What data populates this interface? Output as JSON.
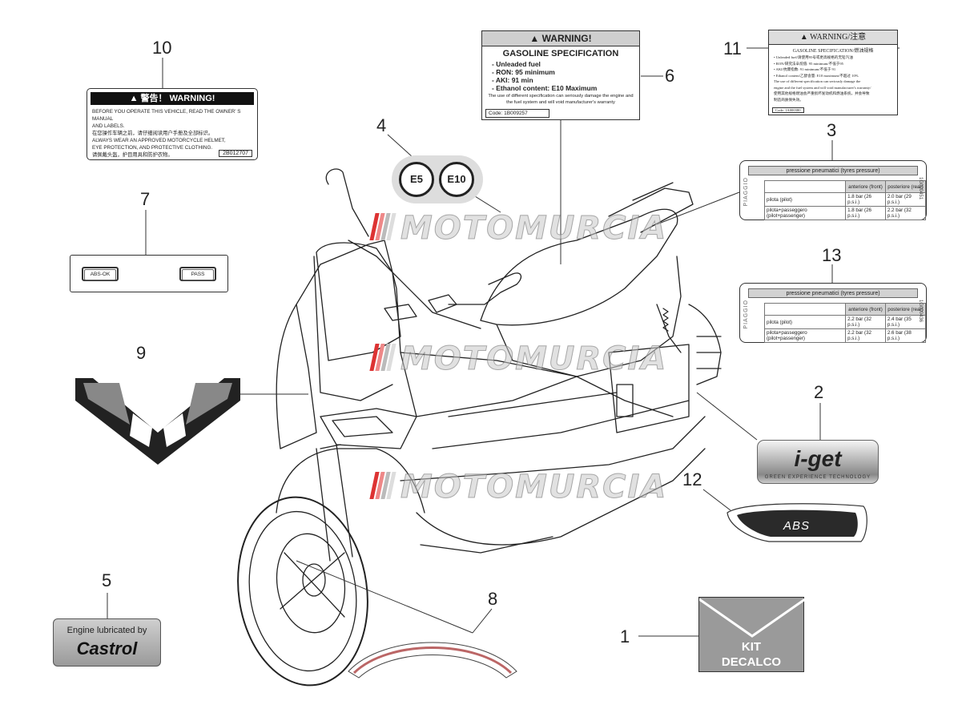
{
  "callouts": [
    "1",
    "2",
    "3",
    "4",
    "5",
    "6",
    "7",
    "8",
    "9",
    "10",
    "11",
    "12",
    "13"
  ],
  "label10": {
    "header": "警告！  WARNING!",
    "lines": [
      "BEFORE YOU OPERATE THIS VEHICLE, READ THE OWNER' S MANUAL",
      "AND LABELS.",
      "在您操作车辆之前，请仔细阅读用户手册及全部标识。",
      "ALWAYS WEAR AN APPROVED MOTORCYCLE HELMET,",
      "EYE PROTECTION, AND PROTECTIVE CLOTHING.",
      "请佩戴头盔，护目用具和防护衣物。"
    ],
    "code": "2B012707"
  },
  "label6": {
    "header": "WARNING!",
    "title": "GASOLINE SPECIFICATION",
    "lines": [
      "- Unleaded fuel",
      "- RON: 95 minimum",
      "- AKI: 91 min",
      "- Ethanol content: E10 Maximum"
    ],
    "note": "The use of different specification can seriously damage the engine and the fuel system and will void manufacturer's warranty",
    "code": "Code: 1B009257"
  },
  "label11": {
    "header": "WARNING/注意",
    "title": "GASOLINE SPECIFICATION/燃油规格",
    "lines": [
      "• Unleaded fuel/请使用95号或更高规格的无铅汽油",
      "• RON/研究法辛烷值: 95 minimum/不低于95",
      "• AKI/抗爆指数: 91 minimum/不低于 91",
      "• Ethanol content/乙醇含量: E10 maximum/不超过 10%",
      "The use of different specification can seriously damage the",
      "engine and the fuel system and will void manufacturer's warranty/",
      "使用其他规格燃油会严重损坏发动机和燃油系统，并会导致",
      "制造商质保失效。"
    ],
    "code": "Code: 1A000380"
  },
  "label3": {
    "brand": "PIAGGIO",
    "title": "pressione pneumatici (tyres pressure)",
    "cols": [
      "anteriore (front)",
      "posteriore (rear)"
    ],
    "rows": [
      [
        "pilota (pilot)",
        "1.8 bar (26 p.s.i.)",
        "2.0 bar (29 p.s.i.)"
      ],
      [
        "pilota+passeggero (pilot+passenger)",
        "1.8 bar (26 p.s.i.)",
        "2.2 bar (32 p.s.i.)"
      ]
    ],
    "code": "1G000451"
  },
  "label13": {
    "brand": "PIAGGIO",
    "title": "pressione pneumatici (tyres pressure)",
    "cols": [
      "anteriore (front)",
      "posteriore (rear)"
    ],
    "rows": [
      [
        "pilota (pilot)",
        "2.2 bar (32 p.s.i.)",
        "2.4 bar (35 p.s.i.)"
      ],
      [
        "pilota+passeggero (pilot+passenger)",
        "2.2 bar (32 p.s.i.)",
        "2.6 bar (38 p.s.i.)"
      ]
    ],
    "code": "1G000436"
  },
  "label7": {
    "left": "ABS-OK",
    "right": "PASS"
  },
  "label4": {
    "e5": "E5",
    "e10": "E10"
  },
  "label5": {
    "line1": "Engine lubricated by",
    "brand": "Castrol"
  },
  "label1": {
    "line1": "KIT",
    "line2": "DECALCO"
  },
  "label2": {
    "logo": "i-get",
    "sub": "GREEN EXPERIENCE TECHNOLOGY"
  },
  "label12": {
    "text": "ABS"
  },
  "watermark": "MOTOMURCIA",
  "colors": {
    "line": "#222222",
    "label_grey": "#9a9a9a",
    "dark_decal": "#2a2a2a"
  }
}
